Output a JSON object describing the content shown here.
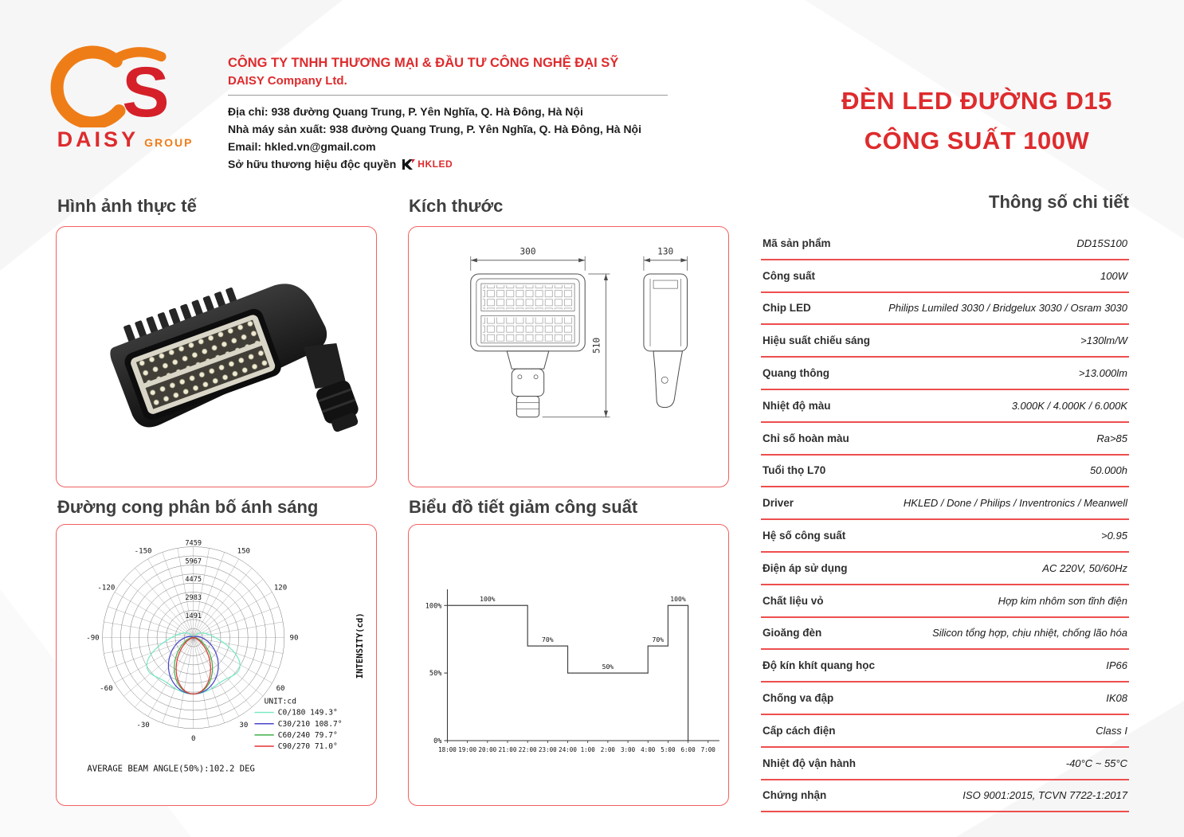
{
  "colors": {
    "accent_red": "#de2b2d",
    "orange": "#ef7d17",
    "panel_border": "#f26060",
    "heading_gray": "#3f3f3f",
    "table_line_red": "#ee4e4e"
  },
  "header": {
    "logo_daisy": "DAISY",
    "logo_group": "GROUP",
    "logo_monogram_s": "S",
    "company_name": "CÔNG TY TNHH THƯƠNG MẠI & ĐẦU TƯ CÔNG NGHỆ ĐẠI SỸ",
    "company_name_en": "DAISY Company Ltd.",
    "address": "Địa chỉ: 938 đường Quang Trung, P. Yên Nghĩa, Q. Hà Đông, Hà Nội",
    "factory": "Nhà máy sản xuất: 938 đường Quang Trung, P. Yên Nghĩa, Q. Hà Đông, Hà Nội",
    "email": "Email: hkled.vn@gmail.com",
    "brand_text": "Sở hữu thương hiệu độc quyền",
    "brand_name": "HKLED",
    "product_title_line1": "ĐÈN LED ĐƯỜNG D15",
    "product_title_line2": "CÔNG SUẤT 100W"
  },
  "sections": {
    "photo": "Hình ảnh thực tế",
    "dimensions": "Kích thước",
    "specs": "Thông số chi tiết",
    "polar": "Đường cong phân bố ánh sáng",
    "dimming": "Biểu đồ tiết giảm công suất"
  },
  "dims": {
    "front_width": "300",
    "side_width": "130",
    "height": "510"
  },
  "specs": [
    {
      "label": "Mã sản phẩm",
      "value": "DD15S100"
    },
    {
      "label": "Công suất",
      "value": "100W"
    },
    {
      "label": "Chip LED",
      "value": "Philips Lumiled 3030 / Bridgelux 3030 / Osram 3030"
    },
    {
      "label": "Hiệu suất chiếu sáng",
      "value": ">130lm/W"
    },
    {
      "label": "Quang thông",
      "value": ">13.000lm"
    },
    {
      "label": "Nhiệt độ màu",
      "value": "3.000K / 4.000K / 6.000K"
    },
    {
      "label": "Chỉ số hoàn màu",
      "value": "Ra>85"
    },
    {
      "label": "Tuổi thọ L70",
      "value": "50.000h"
    },
    {
      "label": "Driver",
      "value": "HKLED / Done / Philips / Inventronics / Meanwell"
    },
    {
      "label": "Hệ số công suất",
      "value": ">0.95"
    },
    {
      "label": "Điện áp sử dụng",
      "value": "AC 220V, 50/60Hz"
    },
    {
      "label": "Chất liệu vỏ",
      "value": "Hợp kim nhôm sơn tĩnh điện"
    },
    {
      "label": "Gioăng đèn",
      "value": "Silicon tổng hợp, chịu nhiệt, chống lão hóa"
    },
    {
      "label": "Độ kín khít quang học",
      "value": "IP66"
    },
    {
      "label": "Chống va đập",
      "value": "IK08"
    },
    {
      "label": "Cấp cách điện",
      "value": "Class I"
    },
    {
      "label": "Nhiệt độ vận hành",
      "value": "-40°C ~ 55°C"
    },
    {
      "label": "Chứng nhận",
      "value": "ISO 9001:2015, TCVN 7722-1:2017"
    }
  ],
  "chart_data": [
    {
      "type": "line",
      "variant": "polar-light-distribution",
      "title": "Đường cong phân bố ánh sáng",
      "unit_label": "UNIT:cd",
      "intensity_axis_label": "INTENSITY(cd)",
      "average_beam_angle_text": "AVERAGE BEAM ANGLE(50%):102.2 DEG",
      "radial_ticks": [
        1491,
        2983,
        4475,
        5967,
        7459
      ],
      "max_intensity": 7459,
      "angle_labels": [
        -150,
        -120,
        -90,
        -60,
        -30,
        0,
        30,
        60,
        90,
        120,
        150
      ],
      "grid": true,
      "series": [
        {
          "label": "C0/180 149.3°",
          "plane": "C0/180",
          "beam_angle": 149.3,
          "color": "#74e8c4"
        },
        {
          "label": "C30/210 108.7°",
          "plane": "C30/210",
          "beam_angle": 108.7,
          "color": "#4646cc"
        },
        {
          "label": "C60/240 79.7°",
          "plane": "C60/240",
          "beam_angle": 79.7,
          "color": "#3fae4a"
        },
        {
          "label": "C90/270 71.0°",
          "plane": "C90/270",
          "beam_angle": 71.0,
          "color": "#e23333"
        }
      ]
    },
    {
      "type": "line",
      "variant": "step-dimming-schedule",
      "title": "Biểu đồ tiết giảm công suất",
      "x_labels": [
        "18:00",
        "19:00",
        "20:00",
        "21:00",
        "22:00",
        "23:00",
        "24:00",
        "1:00",
        "2:00",
        "3:00",
        "4:00",
        "5:00",
        "6:00",
        "7:00"
      ],
      "y_tick_labels": [
        "0%",
        "50%",
        "100%"
      ],
      "ylim": [
        0,
        100
      ],
      "steps": [
        {
          "from": "18:00",
          "to": "22:00",
          "percent": 100
        },
        {
          "from": "22:00",
          "to": "24:00",
          "percent": 70
        },
        {
          "from": "24:00",
          "to": "4:00",
          "percent": 50
        },
        {
          "from": "4:00",
          "to": "5:00",
          "percent": 70
        },
        {
          "from": "5:00",
          "to": "6:00",
          "percent": 100
        },
        {
          "from": "6:00",
          "to": "6:00",
          "percent": 0
        }
      ]
    }
  ]
}
